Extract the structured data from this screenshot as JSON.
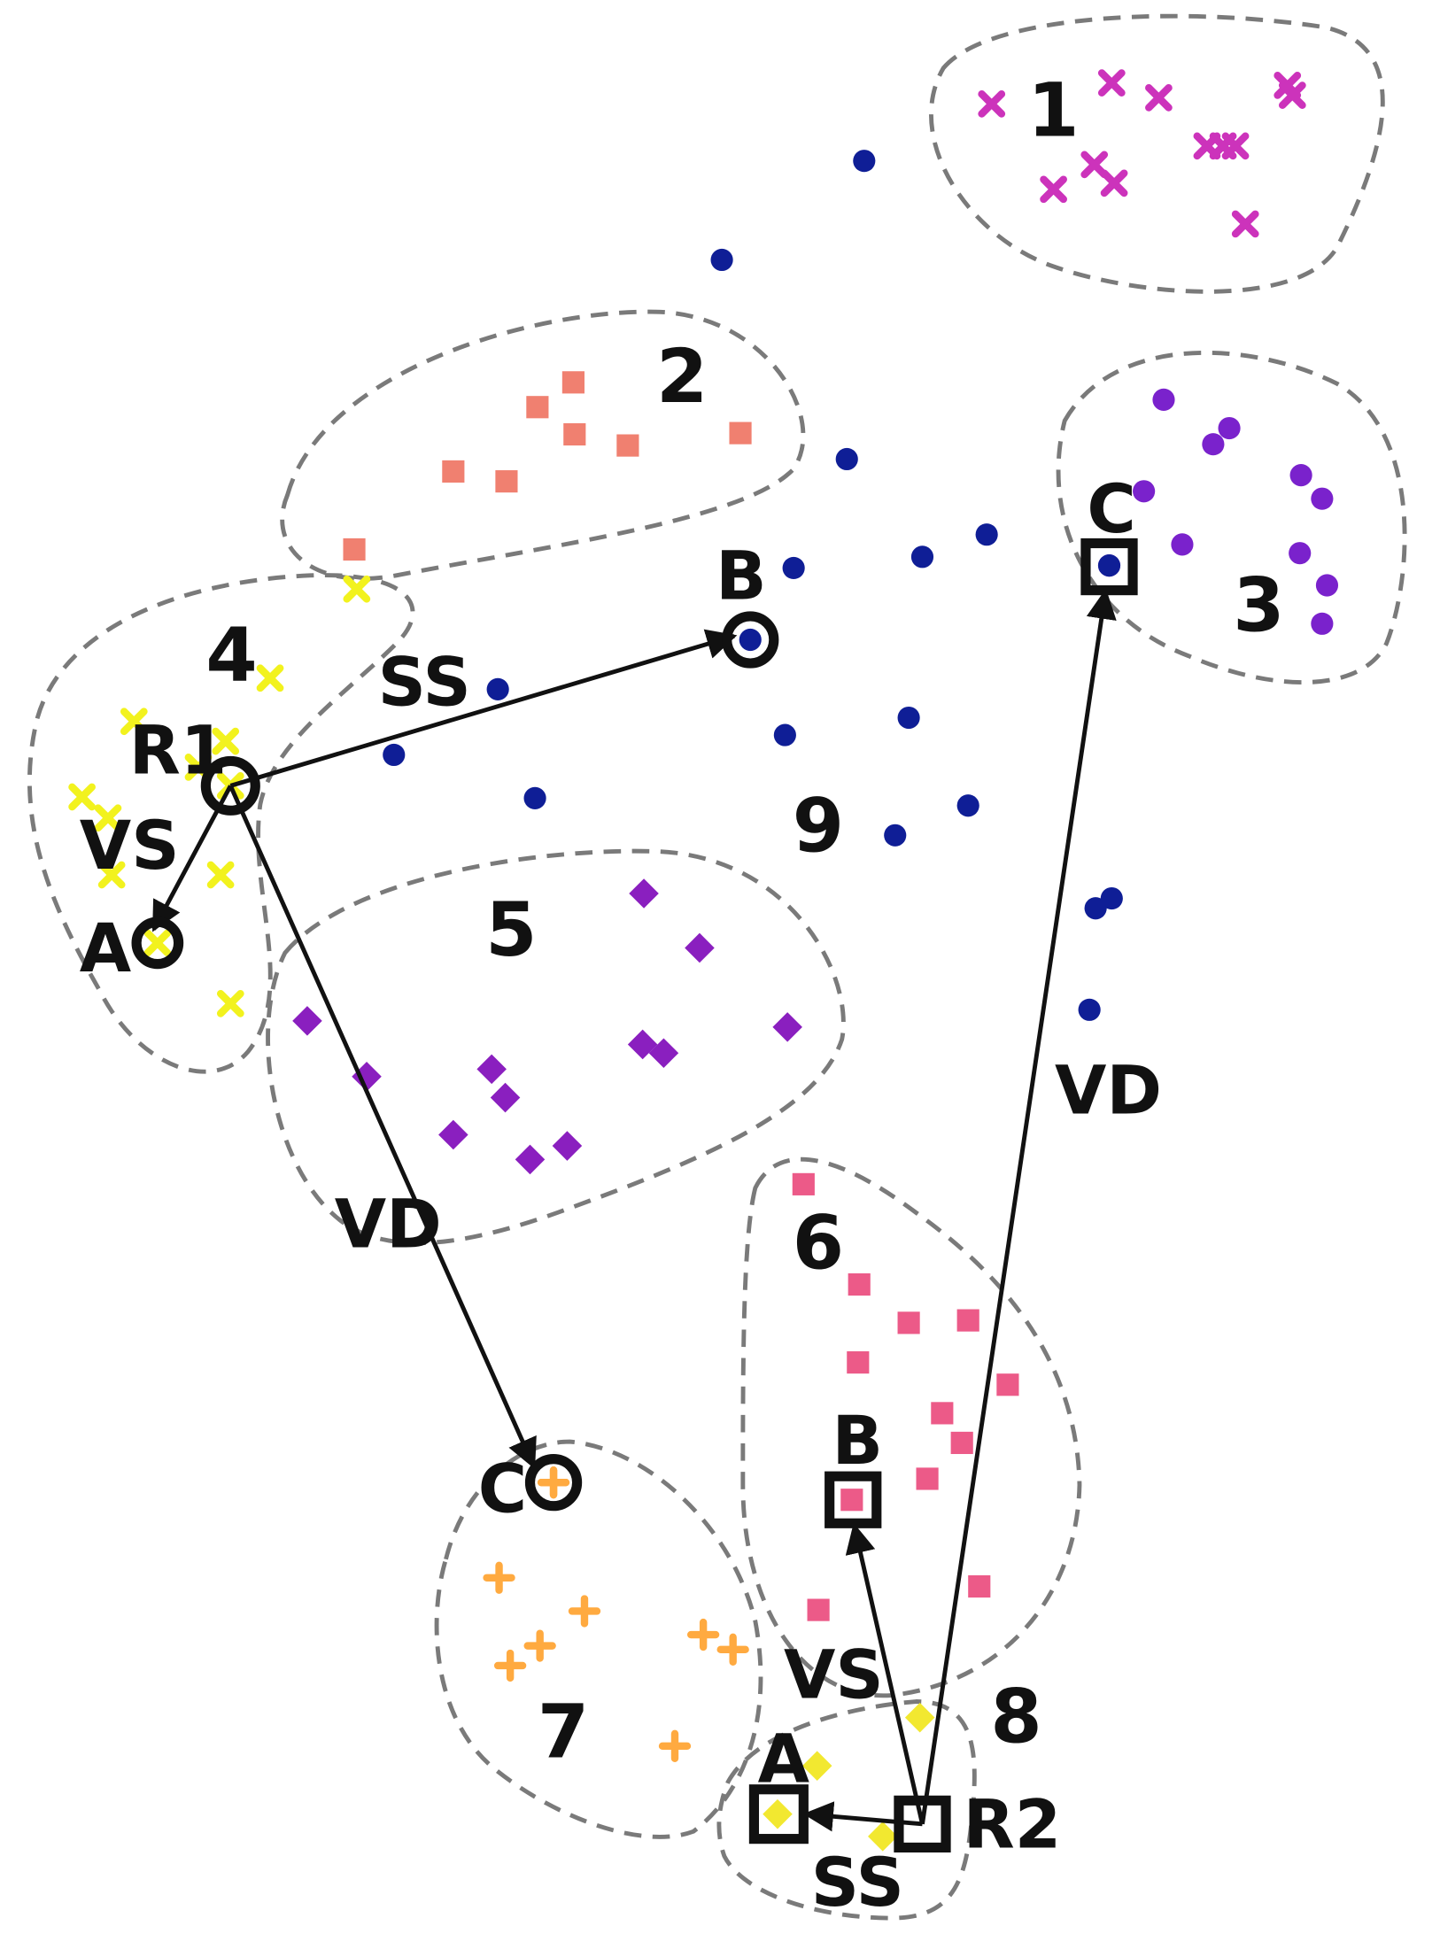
{
  "clusters": [
    {
      "id": "1",
      "color": "#cc33bb",
      "marker": "x",
      "points": 12
    },
    {
      "id": "2",
      "color": "#f08070",
      "marker": "square",
      "points": 8
    },
    {
      "id": "3",
      "color": "#7a22cc",
      "marker": "circle",
      "points": 11
    },
    {
      "id": "4",
      "color": "#f2f21e",
      "marker": "x",
      "points": 12
    },
    {
      "id": "5",
      "color": "#8a1fbf",
      "marker": "diamond",
      "points": 12
    },
    {
      "id": "6",
      "color": "#ec5a88",
      "marker": "square",
      "points": 12
    },
    {
      "id": "7",
      "color": "#ffaa40",
      "marker": "plus",
      "points": 9
    },
    {
      "id": "8",
      "color": "#f2e830",
      "marker": "diamond",
      "points": 4
    },
    {
      "id": "9",
      "color": "#0f1e96",
      "marker": "circle",
      "points": 18
    }
  ],
  "queries": [
    {
      "name": "R1",
      "style": "circle",
      "label": "R1",
      "targets": {
        "A": "A",
        "B": "B",
        "C": "C"
      },
      "edges": {
        "to_A": "VS",
        "to_B": "SS",
        "to_C": "VD"
      }
    },
    {
      "name": "R2",
      "style": "square",
      "label": "R2",
      "targets": {
        "A": "A",
        "B": "B",
        "C": "C"
      },
      "edges": {
        "to_A": "SS",
        "to_B": "VS",
        "to_C": "VD"
      }
    }
  ]
}
